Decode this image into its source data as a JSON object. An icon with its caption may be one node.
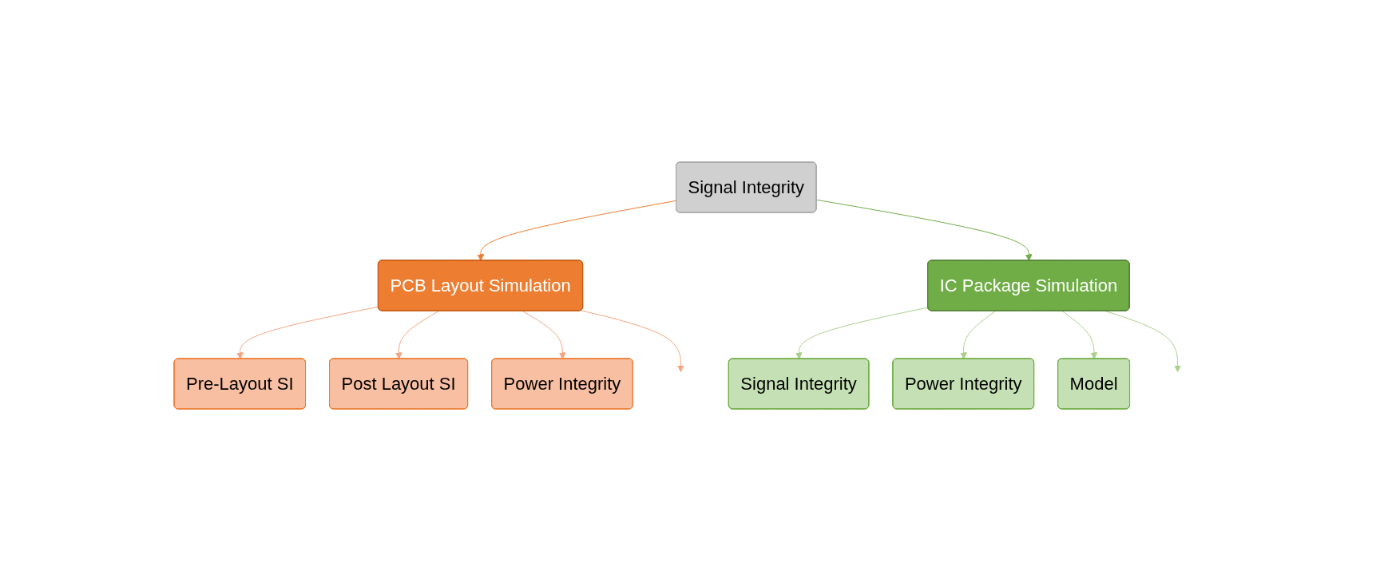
{
  "diagram": {
    "nodes": [
      {
        "text": [
          "Signal Integrity"
        ]
      },
      {
        "text": [
          "PCB Layout Simulation"
        ]
      },
      {
        "text": [
          "Pre-Layout SI"
        ]
      },
      {
        "text": [
          "Post Layout SI"
        ]
      },
      {
        "text": [
          "Power Integrity"
        ]
      },
      {
        "text": [
          "IC Package Simulation"
        ]
      },
      {
        "text": [
          "Signal Integrity"
        ]
      },
      {
        "text": [
          "Power Integrity"
        ]
      },
      {
        "text": [
          "Model"
        ]
      }
    ],
    "edges": [
      {
        "from": 0,
        "to": 1,
        "arrow": "to",
        "color": "#ed7d31"
      },
      {
        "from": 0,
        "to": 5,
        "arrow": "to",
        "color": "#70ad47"
      },
      {
        "from": 1,
        "to": 2,
        "arrow": "to",
        "color": "#f4a582"
      },
      {
        "from": 1,
        "to": 3,
        "arrow": "to",
        "color": "#f4a582"
      },
      {
        "from": 1,
        "to": 4,
        "arrow": "to",
        "color": "#f4a582"
      },
      {
        "from": 1,
        "to": null,
        "arrow": "to",
        "color": "#f4a582"
      },
      {
        "from": 5,
        "to": 6,
        "arrow": "to",
        "color": "#a9d18e"
      },
      {
        "from": 5,
        "to": 7,
        "arrow": "to",
        "color": "#a9d18e"
      },
      {
        "from": 5,
        "to": 8,
        "arrow": "to",
        "color": "#a9d18e"
      },
      {
        "from": 5,
        "to": null,
        "arrow": "to",
        "color": "#a9d18e"
      }
    ]
  }
}
